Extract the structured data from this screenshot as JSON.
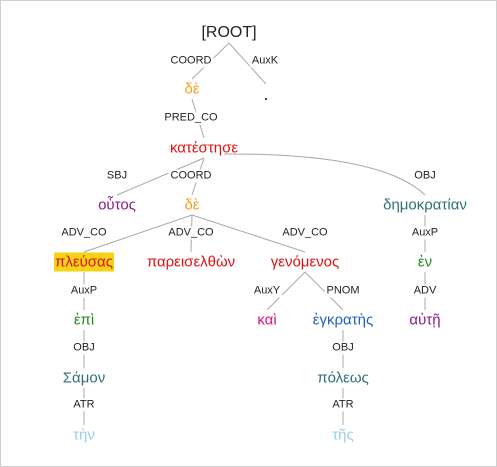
{
  "colors": {
    "edge": "#a8a8a8",
    "label": "#222222",
    "highlight": "#f5d318"
  },
  "tree": {
    "root": {
      "form": "[ROOT]"
    },
    "nodes": [
      {
        "id": "de1",
        "form": "δὲ",
        "relation": "COORD",
        "parent": "root",
        "color": "#f0a020"
      },
      {
        "id": "punct",
        "form": ".",
        "relation": "AuxK",
        "parent": "root",
        "color": "#222222"
      },
      {
        "id": "katestese",
        "form": "κατέστησε",
        "relation": "PRED_CO",
        "parent": "de1",
        "color": "#e01010"
      },
      {
        "id": "houtos",
        "form": "οὗτος",
        "relation": "SBJ",
        "parent": "katestese",
        "color": "#8a1a8a"
      },
      {
        "id": "de2",
        "form": "δὲ",
        "relation": "COORD",
        "parent": "katestese",
        "color": "#f0a020"
      },
      {
        "id": "demokratian",
        "form": "δημοκρατίαν",
        "relation": "OBJ",
        "parent": "katestese",
        "color": "#2f6f78"
      },
      {
        "id": "pleusas",
        "form": "πλεύσας",
        "relation": "ADV_CO",
        "parent": "de2",
        "color": "#e01010",
        "highlighted": true
      },
      {
        "id": "pareiselthon",
        "form": "παρεισελθὼν",
        "relation": "ADV_CO",
        "parent": "de2",
        "color": "#e01010"
      },
      {
        "id": "genomenos",
        "form": "γενόμενος",
        "relation": "ADV_CO",
        "parent": "de2",
        "color": "#e01010"
      },
      {
        "id": "en",
        "form": "ἐν",
        "relation": "AuxP",
        "parent": "demokratian",
        "color": "#1a8a1a"
      },
      {
        "id": "epi",
        "form": "ἐπὶ",
        "relation": "AuxP",
        "parent": "pleusas",
        "color": "#1a8a1a"
      },
      {
        "id": "kai",
        "form": "καὶ",
        "relation": "AuxY",
        "parent": "genomenos",
        "color": "#e0107a"
      },
      {
        "id": "enkrates",
        "form": "ἐγκρατὴς",
        "relation": "PNOM",
        "parent": "genomenos",
        "color": "#2060c0"
      },
      {
        "id": "aute",
        "form": "αὐτῇ",
        "relation": "ADV",
        "parent": "en",
        "color": "#8a1a8a"
      },
      {
        "id": "samon",
        "form": "Σάμον",
        "relation": "OBJ",
        "parent": "epi",
        "color": "#2f6f78"
      },
      {
        "id": "poleos",
        "form": "πόλεως",
        "relation": "OBJ",
        "parent": "enkrates",
        "color": "#2f6f78"
      },
      {
        "id": "ten",
        "form": "τὴν",
        "relation": "ATR",
        "parent": "samon",
        "color": "#9ccde6"
      },
      {
        "id": "tes",
        "form": "τῆς",
        "relation": "ATR",
        "parent": "poleos",
        "color": "#9ccde6"
      }
    ]
  }
}
